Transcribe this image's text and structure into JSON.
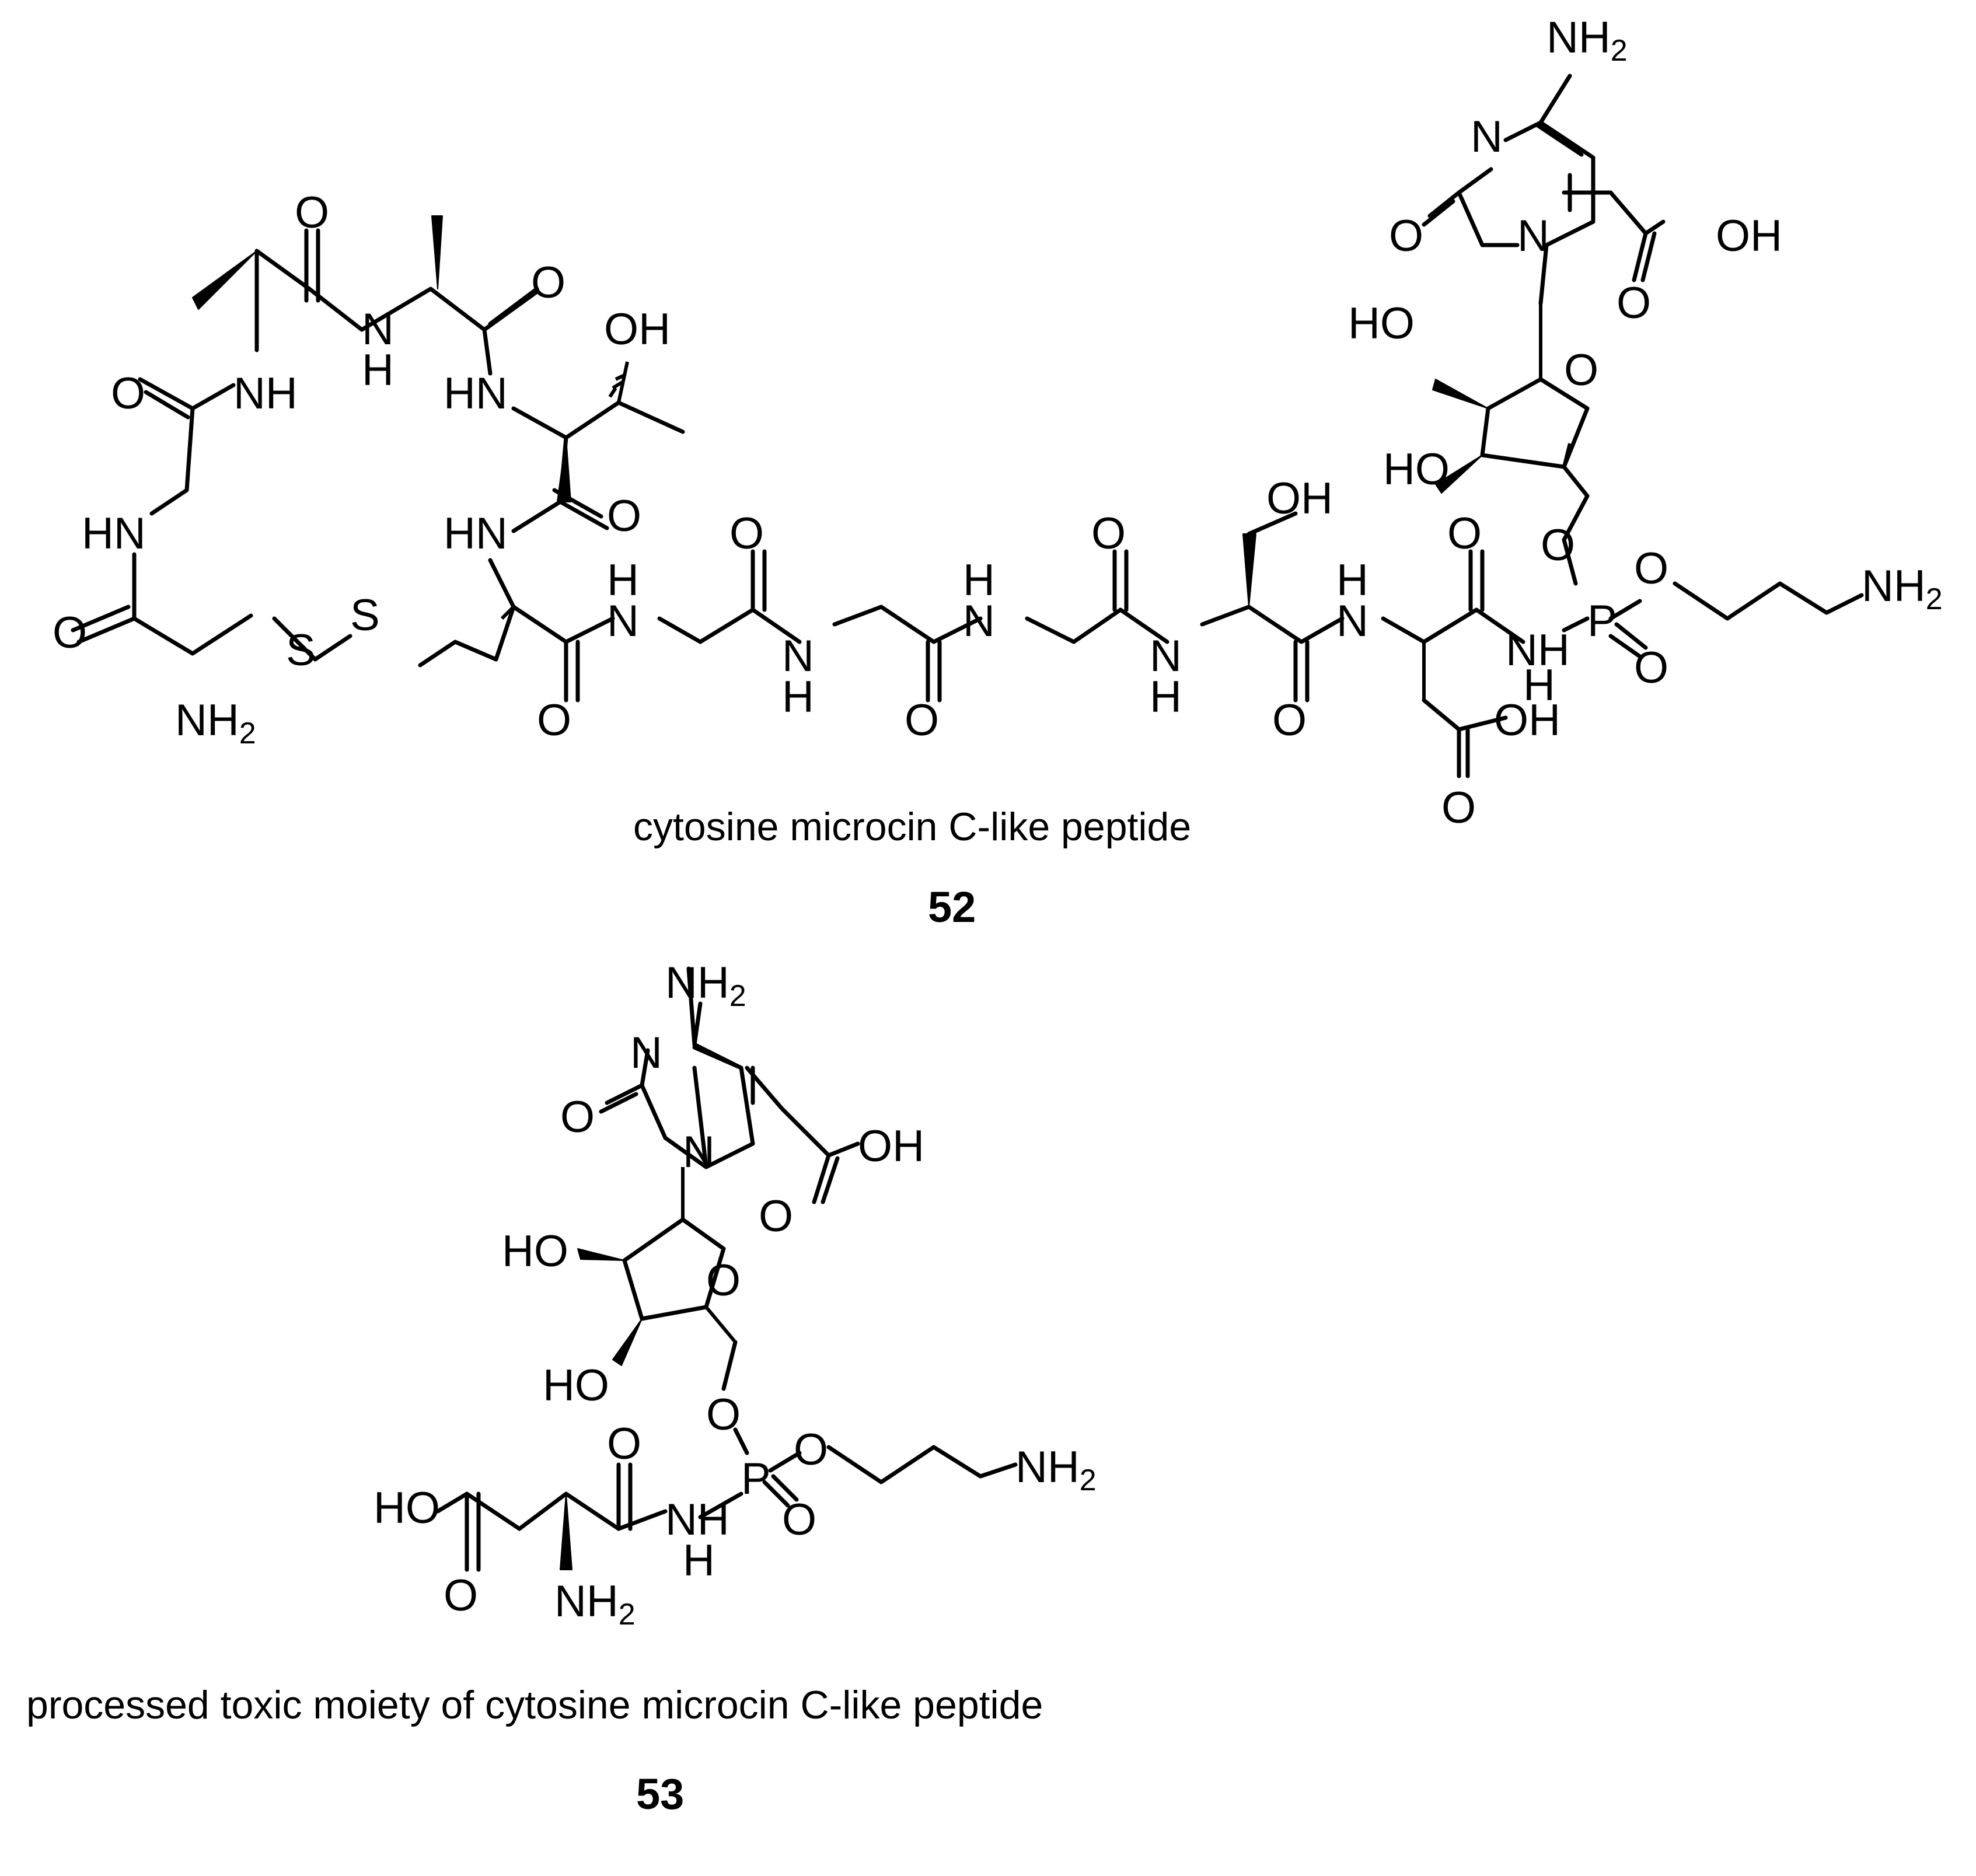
{
  "compound_52": {
    "atom_labels": {
      "O": "O",
      "N": "N",
      "H": "H",
      "S": "S",
      "P": "P",
      "NH": "NH",
      "HN": "HN",
      "OH": "OH",
      "HO": "HO",
      "NH2_main": "NH",
      "sub_2": "2"
    },
    "caption": "cytosine microcin C-like peptide",
    "number": "52"
  },
  "compound_53": {
    "caption": "processed toxic moiety of cytosine microcin C-like peptide",
    "number": "53"
  },
  "colors": {
    "ink": "#000000",
    "background": "#ffffff"
  }
}
